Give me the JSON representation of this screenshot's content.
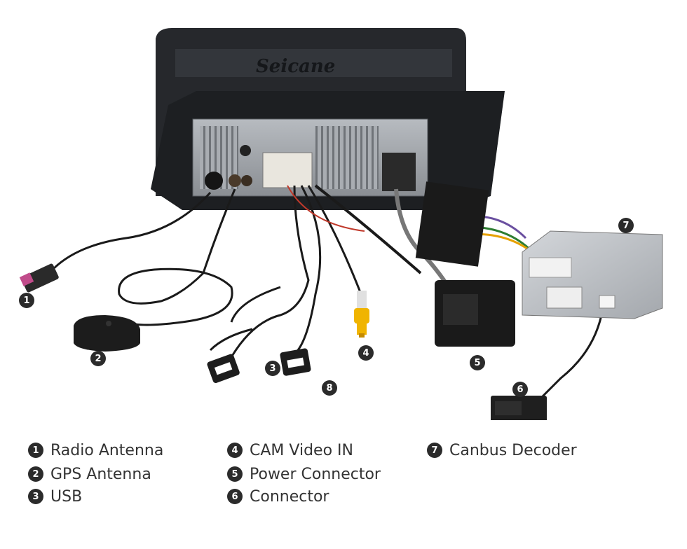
{
  "brand": "Seicane",
  "callout_numbers": [
    "1",
    "2",
    "3",
    "4",
    "5",
    "6",
    "7",
    "8"
  ],
  "legend": [
    {
      "num": "1",
      "label": "Radio Antenna"
    },
    {
      "num": "2",
      "label": "GPS Antenna"
    },
    {
      "num": "3",
      "label": "USB"
    },
    {
      "num": "4",
      "label": "CAM Video IN"
    },
    {
      "num": "5",
      "label": "Power Connector"
    },
    {
      "num": "6",
      "label": "Connector"
    },
    {
      "num": "7",
      "label": "Canbus Decoder"
    }
  ],
  "colors": {
    "badge": "#2b2b2b",
    "head_unit": "#2a2c30",
    "chassis": "#9fa3a8",
    "decoder_box": "#b9bdc2",
    "cable": "#1a1a1a",
    "rca_yellow": "#f0b400"
  }
}
